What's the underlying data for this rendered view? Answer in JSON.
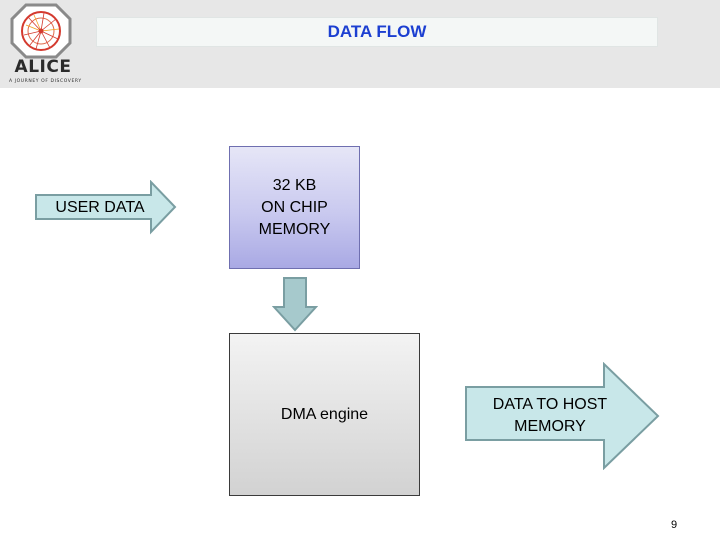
{
  "header": {
    "logo": {
      "wordmark": "ALICE",
      "tagline": "A JOURNEY OF DISCOVERY",
      "colors": {
        "ring": "#d43a2f",
        "frame": "#8a8a8a"
      }
    },
    "title": "DATA FLOW"
  },
  "diagram": {
    "user_data_label": "USER DATA",
    "memory_label": "32 KB\nON CHIP\nMEMORY",
    "dma_label": "DMA engine",
    "host_label": "DATA TO HOST\nMEMORY",
    "colors": {
      "arrow_fill": "#c8e7e9",
      "arrow_stroke": "#7a9ea2",
      "down_arrow_fill": "#a6c9cc",
      "memory_fill": "#c9c9ef",
      "dma_fill": "#dcdcdc"
    }
  },
  "footer": {
    "page_number": "9"
  }
}
